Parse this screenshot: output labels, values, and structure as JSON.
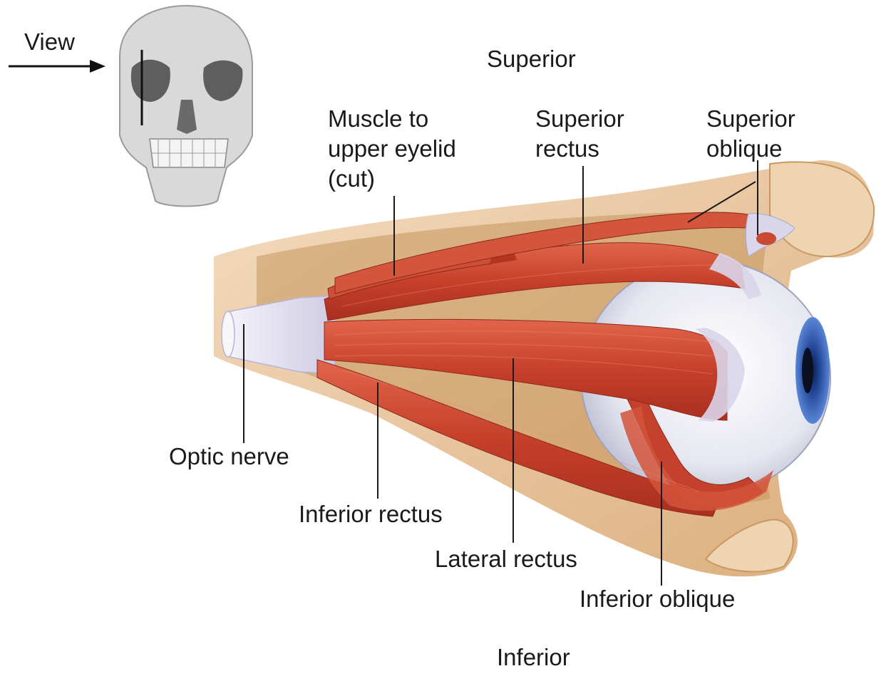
{
  "view_label": "View",
  "orientation": {
    "top": "Superior",
    "bottom": "Inferior"
  },
  "labels": {
    "muscle_to_upper_eyelid": [
      "Muscle to",
      "upper eyelid",
      "(cut)"
    ],
    "superior_rectus": [
      "Superior",
      "rectus"
    ],
    "superior_oblique": [
      "Superior",
      "oblique"
    ],
    "optic_nerve": "Optic nerve",
    "inferior_rectus": "Inferior rectus",
    "lateral_rectus": "Lateral rectus",
    "inferior_oblique": "Inferior oblique"
  },
  "colors": {
    "muscle": "#c9402c",
    "muscle_light": "#e06a4e",
    "bone": "#ecd3b0",
    "bone_dark": "#c99862",
    "eyeball": "#e9eaf2",
    "iris": "#2f5cb8",
    "tendon": "#d8d4e8",
    "leader": "#1a1a1a"
  }
}
